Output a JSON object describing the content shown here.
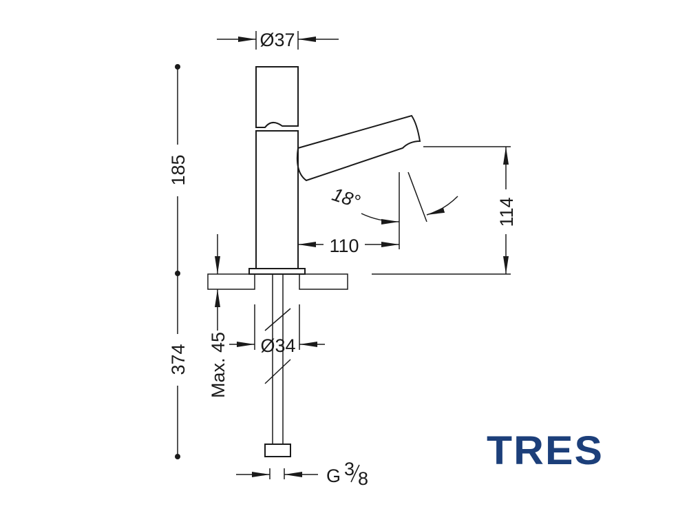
{
  "dimensions": {
    "top_diameter": "Ø37",
    "height_above": "185",
    "total_length": "374",
    "spout_reach": "110",
    "spout_height": "114",
    "spout_angle": "18°",
    "max_counter": "Max. 45",
    "bottom_diameter": "Ø34",
    "thread_g": "G",
    "thread_num": "3",
    "thread_den": "8"
  },
  "brand": {
    "logo_text": "TRES",
    "color": "#1c3f7a"
  }
}
